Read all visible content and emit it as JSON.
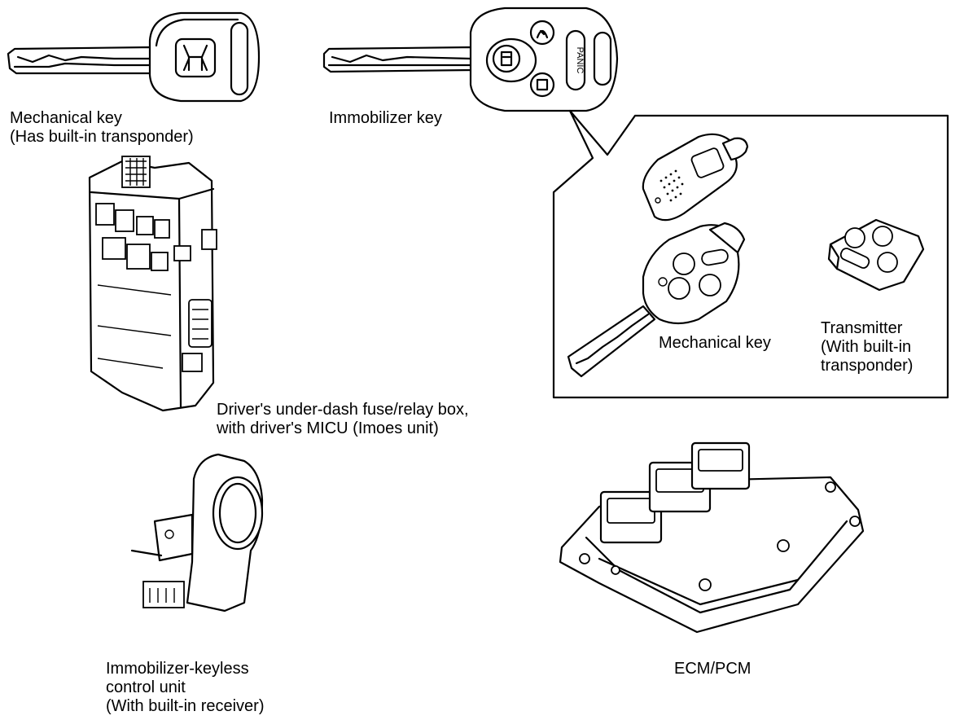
{
  "labels": {
    "mechanical_key": [
      "Mechanical key",
      "(Has built-in transponder)"
    ],
    "immobilizer_key": [
      "Immobilizer key"
    ],
    "fuse_box": [
      "Driver's under-dash fuse/relay box,",
      "with driver's MICU (Imoes unit)"
    ],
    "inset_mechanical_key": [
      "Mechanical key"
    ],
    "transmitter": [
      "Transmitter",
      "(With built-in",
      "transponder)"
    ],
    "control_unit": [
      "Immobilizer-keyless",
      "control unit",
      "(With built-in receiver)"
    ],
    "ecm": [
      "ECM/PCM"
    ]
  },
  "key_button_text": "PANIC"
}
